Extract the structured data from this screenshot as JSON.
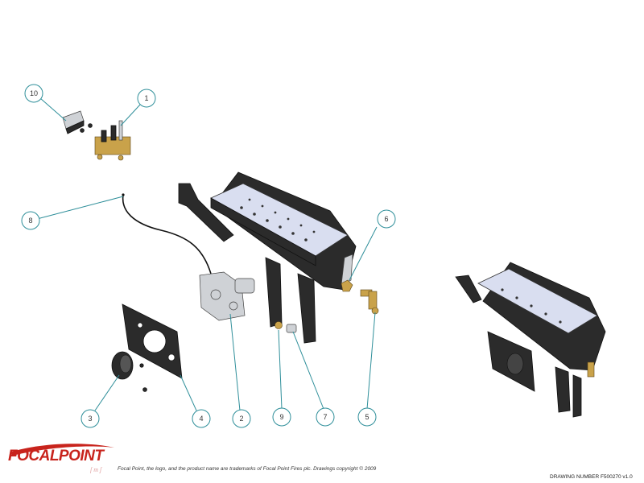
{
  "diagram": {
    "balloons": [
      {
        "id": "balloon-10",
        "label": "10"
      },
      {
        "id": "balloon-1",
        "label": "1"
      },
      {
        "id": "balloon-8",
        "label": "8"
      },
      {
        "id": "balloon-6",
        "label": "6"
      },
      {
        "id": "balloon-3",
        "label": "3"
      },
      {
        "id": "balloon-4",
        "label": "4"
      },
      {
        "id": "balloon-2",
        "label": "2"
      },
      {
        "id": "balloon-9",
        "label": "9"
      },
      {
        "id": "balloon-7",
        "label": "7"
      },
      {
        "id": "balloon-5",
        "label": "5"
      }
    ]
  },
  "footer": {
    "logo_text": "FOCALPOINT",
    "trademark_notice": "Focal Point, the logo, and the product name are trademarks of Focal Point Fires plc. Drawings copyright © 2009",
    "drawing_number": "DRAWING NUMBER F500270 v1.0"
  },
  "colors": {
    "leader_line": "#2f8f9a",
    "logo_red": "#c8231c",
    "burner_plate": "#d9def0",
    "brass_fittings": "#c9a24a"
  }
}
